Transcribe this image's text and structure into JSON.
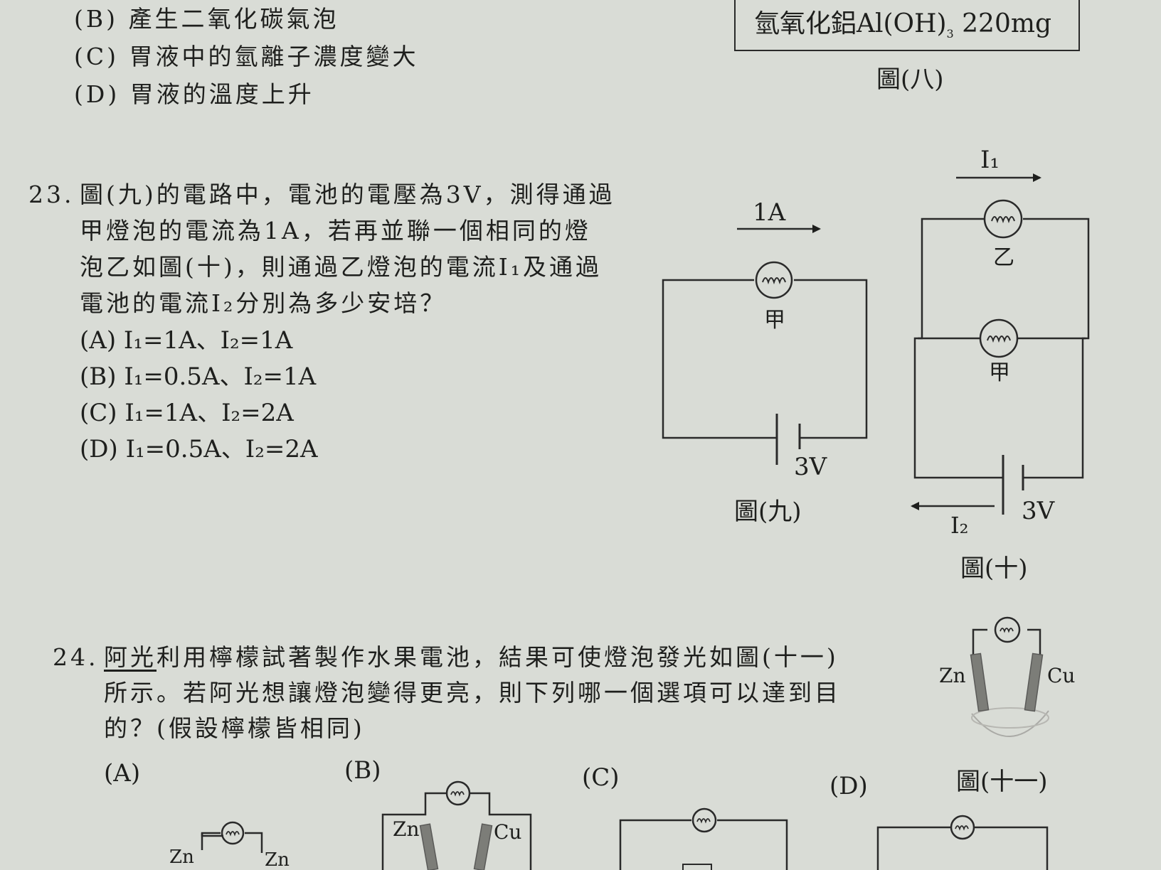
{
  "q22": {
    "options": [
      "(B) 產生二氧化碳氣泡",
      "(C) 胃液中的氫離子濃度變大",
      "(D) 胃液的溫度上升"
    ]
  },
  "fig8": {
    "label_text": "氫氧化鋁Al(OH)",
    "label_sub": "3",
    "label_amount": " 220mg",
    "caption": "圖(八)"
  },
  "q23": {
    "number": "23.",
    "lines": [
      "圖(九)的電路中，電池的電壓為3V，測得通過",
      "甲燈泡的電流為1A，若再並聯一個相同的燈",
      "泡乙如圖(十)，則通過乙燈泡的電流I₁及通過",
      "電池的電流I₂分別為多少安培？"
    ],
    "options": [
      "(A) I₁=1A、I₂=1A",
      "(B) I₁=0.5A、I₂=1A",
      "(C) I₁=1A、I₂=2A",
      "(D) I₁=0.5A、I₂=2A"
    ]
  },
  "fig9": {
    "current_label": "1A",
    "bulb_label": "甲",
    "voltage_label": "3V",
    "caption": "圖(九)"
  },
  "fig10": {
    "current_top": "I₁",
    "current_bottom": "I₂",
    "bulb_top": "乙",
    "bulb_bottom": "甲",
    "voltage_label": "3V",
    "caption": "圖(十)"
  },
  "q24": {
    "number": "24.",
    "name": "阿光",
    "line1_rest": "利用檸檬試著製作水果電池，結果可使燈泡發光如圖(十一)",
    "lines": [
      "所示。若阿光想讓燈泡變得更亮，則下列哪一個選項可以達到目",
      "的？(假設檸檬皆相同)"
    ],
    "option_labels": [
      "(A)",
      "(B)",
      "(C)",
      "(D)"
    ]
  },
  "fig11": {
    "left_electrode": "Zn",
    "right_electrode": "Cu",
    "caption": "圖(十一)"
  },
  "optA": {
    "left": "Zn",
    "right": "Zn"
  },
  "optB": {
    "left": "Zn",
    "right": "Cu"
  }
}
